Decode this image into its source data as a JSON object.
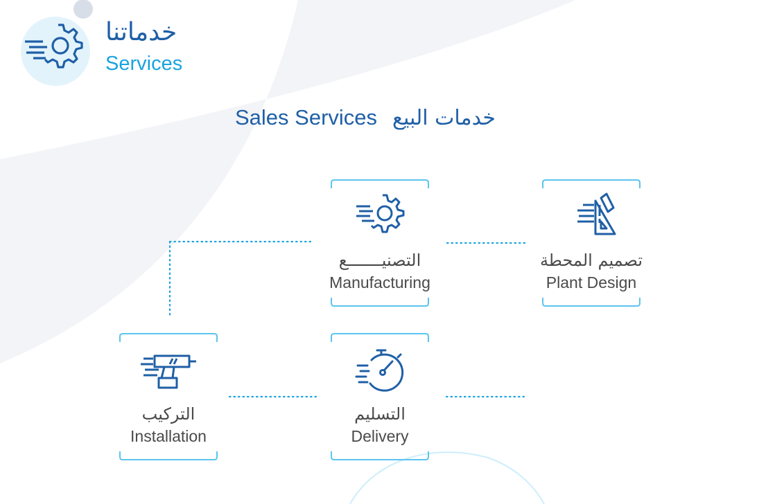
{
  "header": {
    "title_ar": "خدماتنا",
    "title_en": "Services",
    "icon": "gear-icon"
  },
  "section": {
    "title_en": "Sales Services",
    "title_ar": "خدمات البيع"
  },
  "services": [
    {
      "id": "plant-design",
      "label_ar": "تصميم المحطة",
      "label_en": "Plant Design",
      "icon": "drafting-triangle-pencil-icon"
    },
    {
      "id": "manufacturing",
      "label_ar": "التصنيـــــــع",
      "label_en": "Manufacturing",
      "icon": "gear-icon"
    },
    {
      "id": "installation",
      "label_ar": "التركيب",
      "label_en": "Installation",
      "icon": "drill-icon"
    },
    {
      "id": "delivery",
      "label_ar": "التسليم",
      "label_en": "Delivery",
      "icon": "stopwatch-icon"
    }
  ],
  "colors": {
    "primary": "#1f5fa6",
    "accent": "#1aa3e0",
    "bracket": "#5bc4ee",
    "text": "#4a4a4a",
    "background_shape": "#f3f4f7"
  }
}
